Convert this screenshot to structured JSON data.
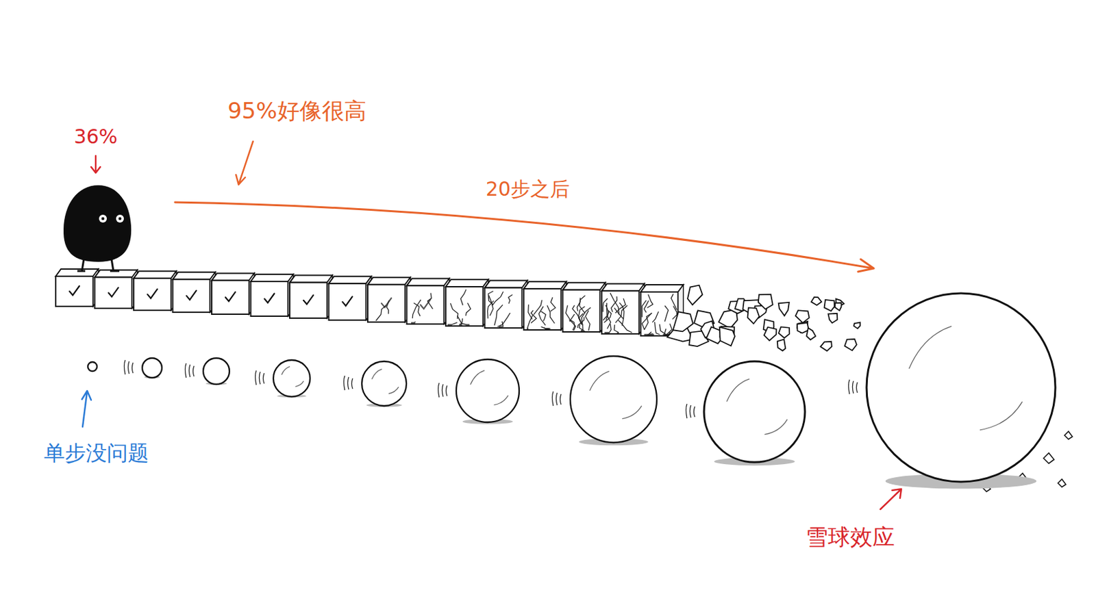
{
  "diagram": {
    "labels": [
      "36%",
      "95%好像很高",
      "20步之后",
      "单步没问题",
      "雪球效应"
    ]
  }
}
